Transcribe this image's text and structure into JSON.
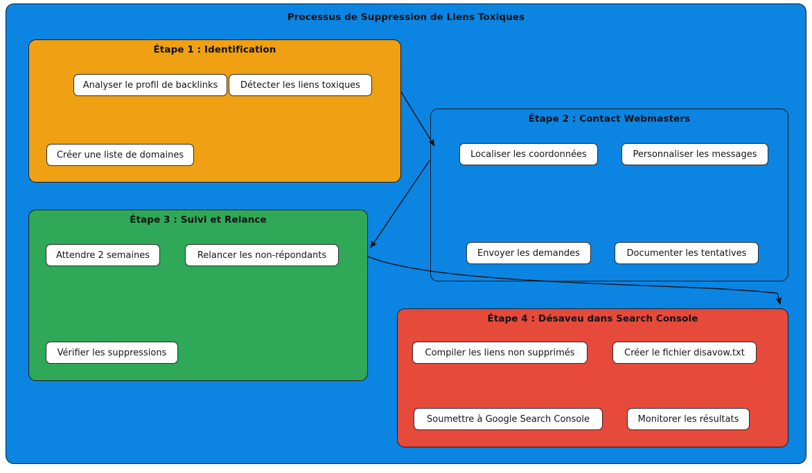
{
  "diagram": {
    "title": "Processus de Suppression de Liens Toxiques",
    "background_color": "#0c84e2",
    "groups": [
      {
        "id": "etape1",
        "title": "Étape 1 : Identification",
        "color": "#efa013",
        "nodes": [
          "Analyser le profil de backlinks",
          "Détecter les liens toxiques",
          "Créer une liste de domaines"
        ]
      },
      {
        "id": "etape2",
        "title": "Étape 2 : Contact Webmasters",
        "color": "#0c84e2",
        "nodes": [
          "Localiser les coordonnées",
          "Personnaliser les messages",
          "Envoyer les demandes",
          "Documenter les tentatives"
        ]
      },
      {
        "id": "etape3",
        "title": "Étape 3 : Suivi et Relance",
        "color": "#2fa858",
        "nodes": [
          "Attendre 2 semaines",
          "Relancer les non-répondants",
          "Vérifier les suppressions"
        ]
      },
      {
        "id": "etape4",
        "title": "Étape 4 : Désaveu dans Search Console",
        "color": "#e54a3a",
        "nodes": [
          "Compiler les liens non supprimés",
          "Créer le fichier disavow.txt",
          "Soumettre à Google Search Console",
          "Monitorer les résultats"
        ]
      }
    ],
    "connections": [
      {
        "from": "etape1",
        "to": "etape2"
      },
      {
        "from": "etape2",
        "to": "etape3"
      },
      {
        "from": "etape3",
        "to": "etape4"
      }
    ]
  }
}
